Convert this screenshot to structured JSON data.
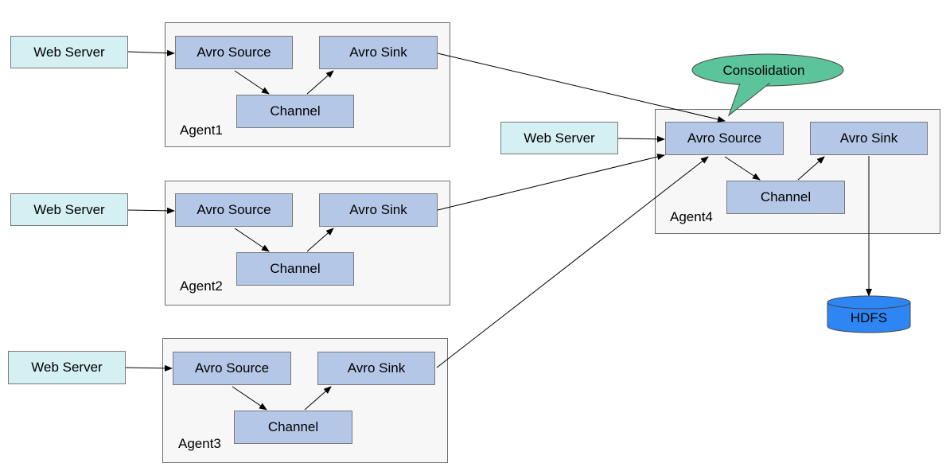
{
  "agents": [
    {
      "label": "Agent1",
      "web_server": "Web Server",
      "source": "Avro Source",
      "sink": "Avro Sink",
      "channel": "Channel"
    },
    {
      "label": "Agent2",
      "web_server": "Web Server",
      "source": "Avro Source",
      "sink": "Avro Sink",
      "channel": "Channel"
    },
    {
      "label": "Agent3",
      "web_server": "Web Server",
      "source": "Avro Source",
      "sink": "Avro Sink",
      "channel": "Channel"
    }
  ],
  "collector": {
    "label": "Agent4",
    "web_server": "Web Server",
    "source": "Avro Source",
    "sink": "Avro Sink",
    "channel": "Channel"
  },
  "callout": {
    "text": "Consolidation",
    "color": "#5bc49a"
  },
  "storage": {
    "label": "HDFS",
    "color": "#2e86f5"
  },
  "colors": {
    "web_server_fill": "#d4f0f3",
    "component_fill": "#b4c7e7",
    "agent_fill": "#f7f7f7"
  }
}
